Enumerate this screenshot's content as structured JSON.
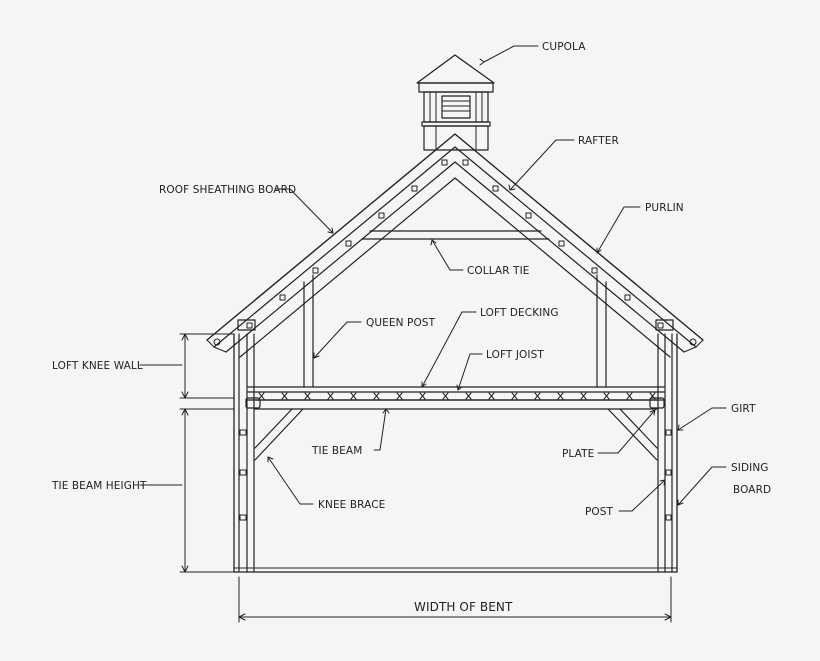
{
  "labels": {
    "cupola": "CUPOLA",
    "rafter": "RAFTER",
    "roof_sheathing_board": "ROOF SHEATHING BOARD",
    "purlin": "PURLIN",
    "collar_tie": "COLLAR TIE",
    "queen_post": "QUEEN POST",
    "loft_decking": "LOFT DECKING",
    "loft_joist": "LOFT JOIST",
    "loft_knee_wall": "LOFT KNEE WALL",
    "girt": "GIRT",
    "tie_beam": "TIE BEAM",
    "plate": "PLATE",
    "siding": "SIDING",
    "board": "BOARD",
    "tie_beam_height": "TIE BEAM HEIGHT",
    "knee_brace": "KNEE BRACE",
    "post": "POST",
    "width_of_bent": "WIDTH OF BENT"
  },
  "colors": {
    "background": "#f5f5f5",
    "line": "#222222"
  }
}
